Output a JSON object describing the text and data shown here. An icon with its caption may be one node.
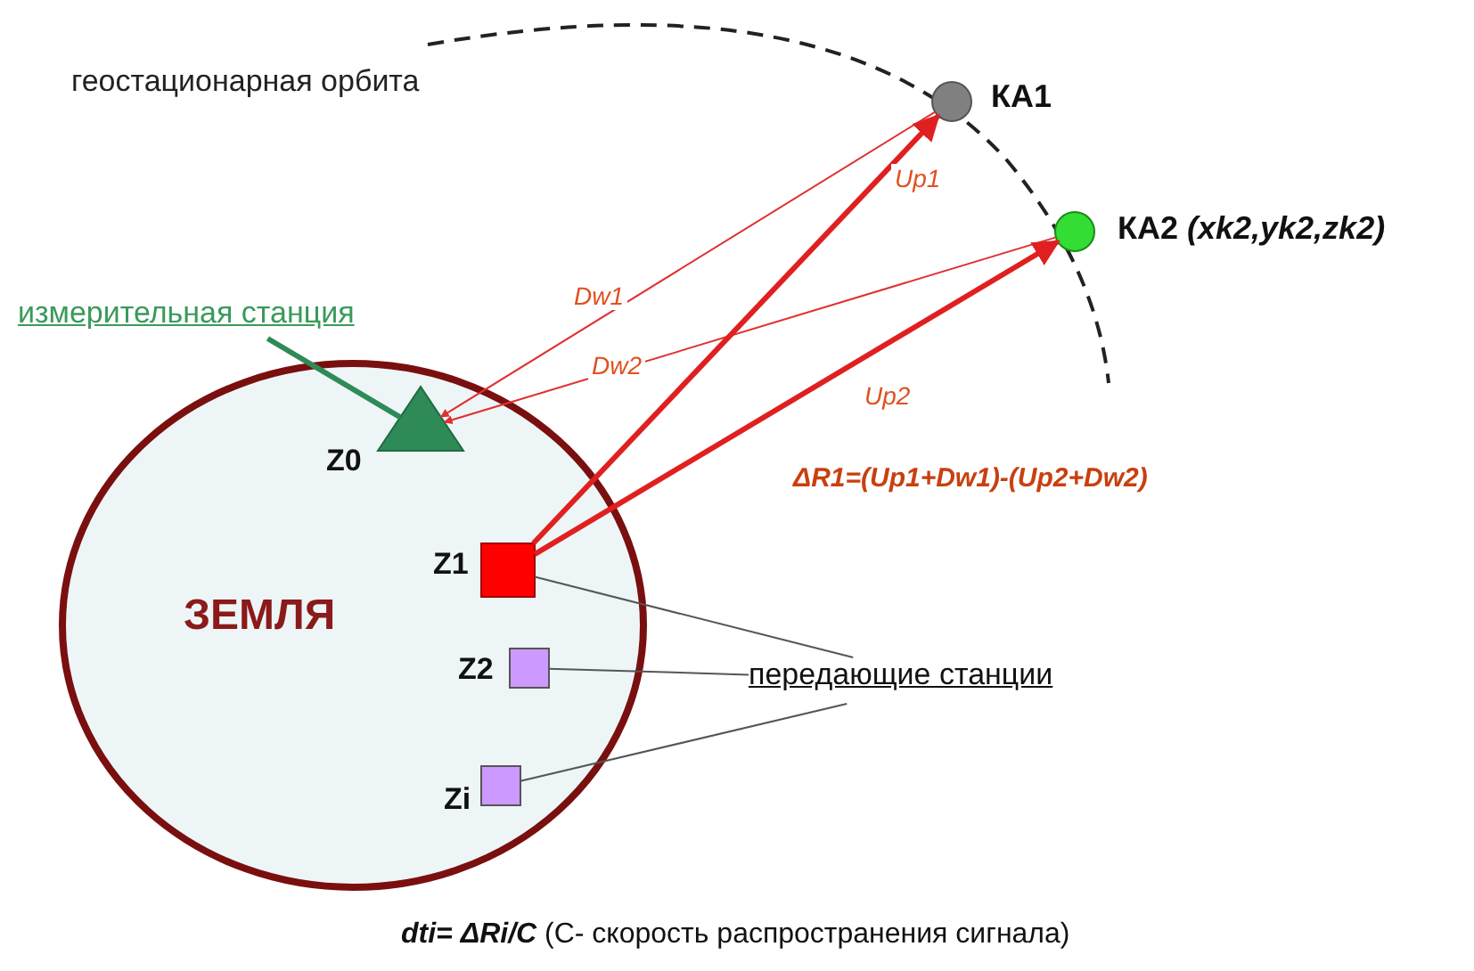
{
  "diagram": {
    "caption": "**dti= ΔRi/C** (С- скорость распространения сигнала)",
    "nodes": [
      {
        "text": [
          "ЗЕМЛЯ"
        ]
      },
      {
        "text": [],
        "shape": "triangle",
        "in": 0,
        "beside": [
          "Z0"
        ]
      },
      {
        "text": [],
        "shape": "box",
        "in": 0,
        "beside": [
          "Z1"
        ]
      },
      {
        "text": [],
        "shape": "box",
        "in": 0,
        "beside": [
          "Z2"
        ]
      },
      {
        "text": [],
        "shape": "box",
        "in": 0,
        "beside": [
          "Zi"
        ]
      },
      {
        "text": [],
        "shape": "circle",
        "beside": [
          "КА1"
        ]
      },
      {
        "text": [],
        "shape": "circle",
        "beside": [
          "КА2 *(xk2,yk2,zk2)*"
        ]
      },
      {
        "text": [
          "измерительная станция"
        ]
      },
      {
        "text": [
          "передающие станции"
        ]
      }
    ],
    "edges": [
      {
        "from": 5,
        "to": 1,
        "arrow": "to",
        "label": "Dw1",
        "color": "#e03030"
      },
      {
        "from": 6,
        "to": 1,
        "arrow": "to",
        "label": "Dw2",
        "color": "#e03030"
      },
      {
        "from": 2,
        "to": 5,
        "arrow": "to",
        "label": "Up1",
        "style": "thick",
        "color": "#e02020"
      },
      {
        "from": 2,
        "to": 6,
        "arrow": "to",
        "label": "Up2",
        "style": "thick",
        "color": "#e02020"
      },
      {
        "from": 7,
        "to": 1,
        "arrow": "none",
        "style": "thick",
        "color": "#2e8b57"
      },
      {
        "from": 8,
        "to": 2,
        "arrow": "none"
      },
      {
        "from": 8,
        "to": 3,
        "arrow": "none"
      },
      {
        "from": 8,
        "to": 4,
        "arrow": "none"
      }
    ],
    "labels": [
      "геостационарная орбита",
      "ΔR1=(Up1+Dw1)-(Up2+Dw2)"
    ]
  }
}
